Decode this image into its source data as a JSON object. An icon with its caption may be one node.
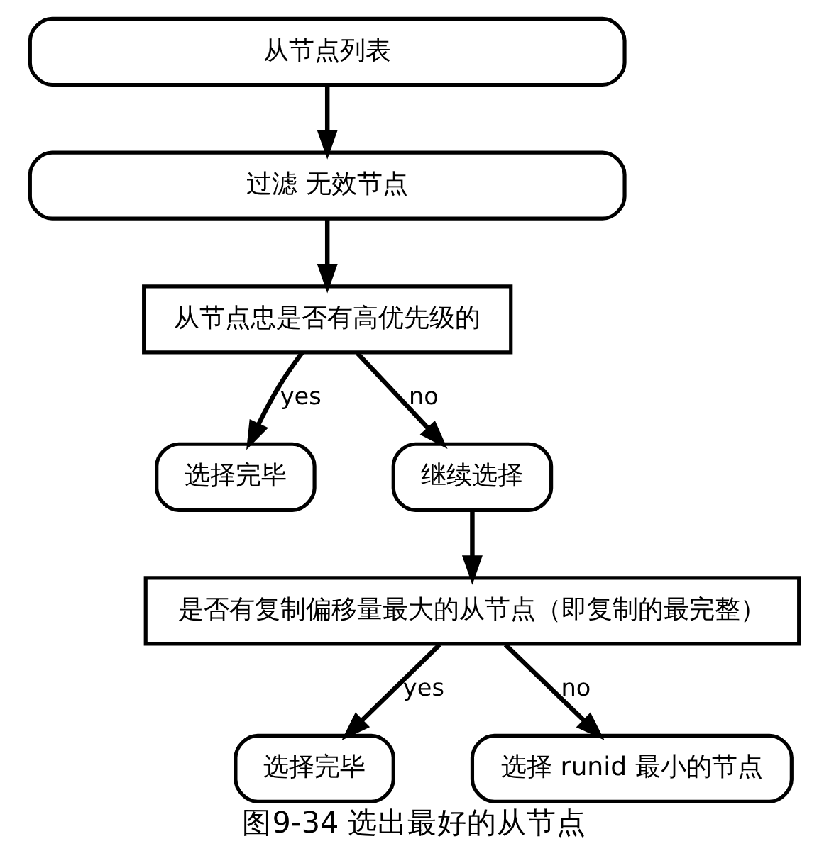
{
  "diagram": {
    "caption": "图9-34 选出最好的从节点",
    "nodes": [
      {
        "text": [
          "从节点列表"
        ]
      },
      {
        "text": [
          "过滤 无效节点"
        ]
      },
      {
        "text": [
          "从节点忠是否有高优先级的"
        ]
      },
      {
        "text": [
          "选择完毕"
        ]
      },
      {
        "text": [
          "继续选择"
        ]
      },
      {
        "text": [
          "是否有复制偏移量最大的从节点（即复制的最完整）"
        ]
      },
      {
        "text": [
          "选择完毕"
        ]
      },
      {
        "text": [
          "选择 runid 最小的节点"
        ]
      }
    ],
    "edges": [
      {
        "from": 0,
        "to": 1,
        "arrow": "to"
      },
      {
        "from": 1,
        "to": 2,
        "arrow": "to"
      },
      {
        "from": 2,
        "to": 3,
        "arrow": "to",
        "label": "yes"
      },
      {
        "from": 2,
        "to": 4,
        "arrow": "to",
        "label": "no"
      },
      {
        "from": 4,
        "to": 5,
        "arrow": "to"
      },
      {
        "from": 5,
        "to": 6,
        "arrow": "to",
        "label": "yes"
      },
      {
        "from": 5,
        "to": 7,
        "arrow": "to",
        "label": "no"
      }
    ]
  }
}
